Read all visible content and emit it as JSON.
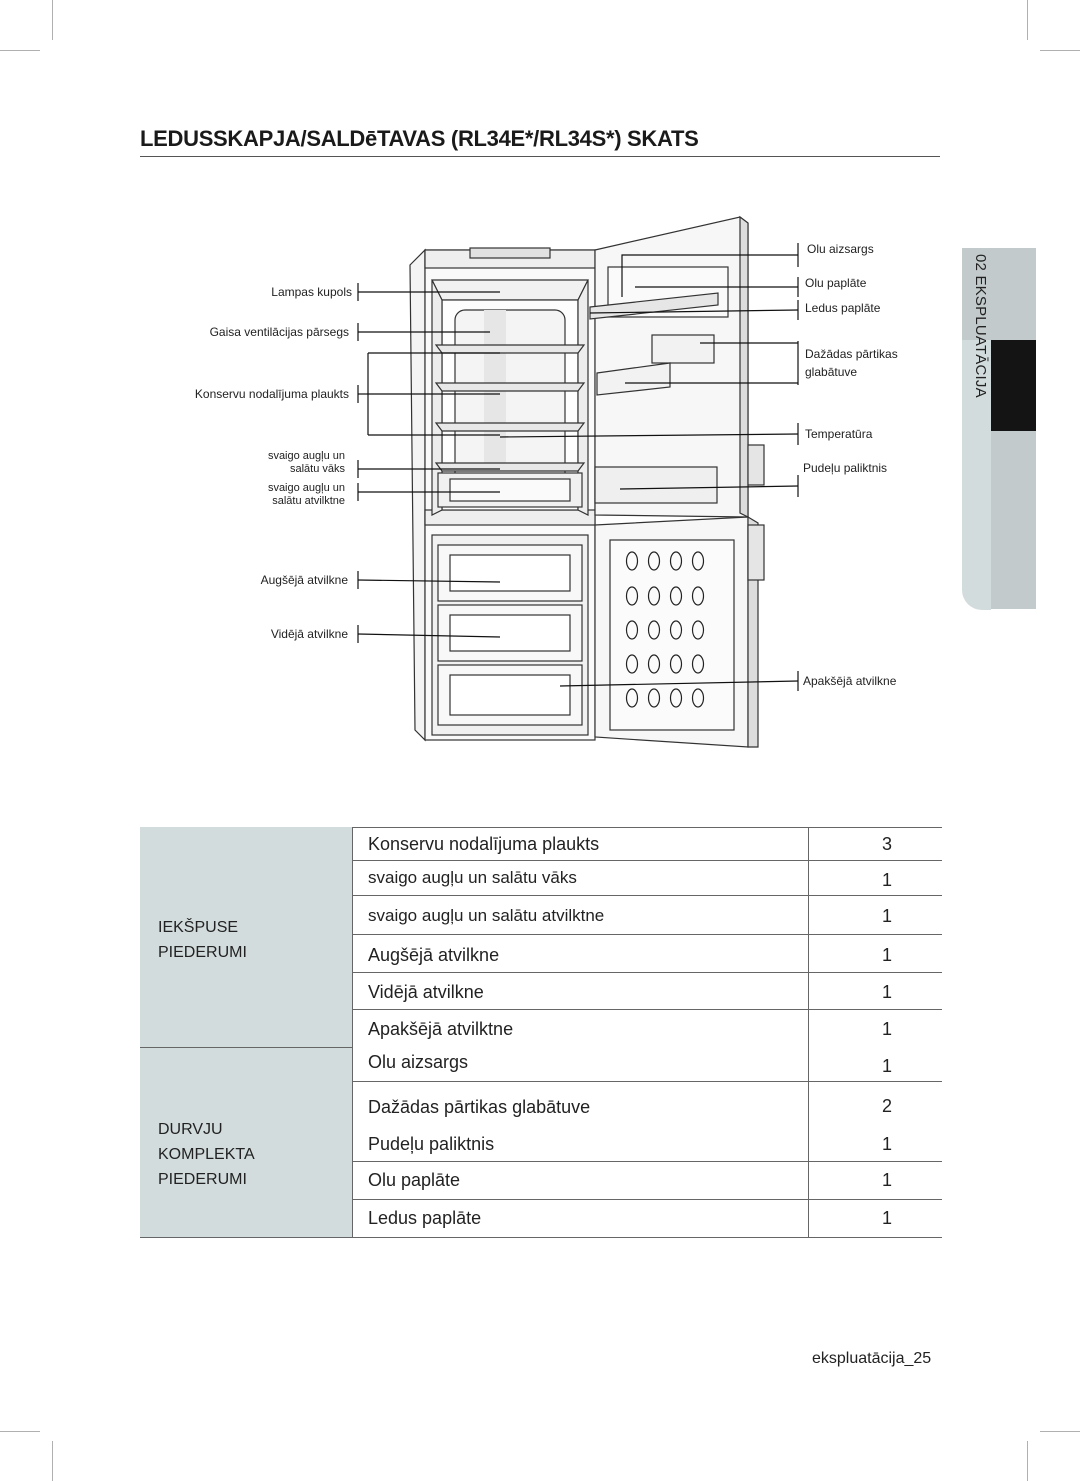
{
  "title": "LEDUSSKAPJA/SALDēTAVAS (RL34E*/RL34S*) SKATS",
  "side_tab": "02 EKSPLUATĀCIJA",
  "diagram_labels": {
    "left": {
      "lampas_kupols": "Lampas kupols",
      "gaisa": "Gaisa ventilācijas  pārsegs",
      "konservu": "Konservu nodalījuma plaukts",
      "vaks_1": "svaigo augļu un",
      "vaks_2": "salātu vāks",
      "atvilktne_1": "svaigo augļu un",
      "atvilktne_2": "salātu atvilktne",
      "augseja": "Augšējā atvilkne",
      "videja": "Vidējā atvilkne"
    },
    "right": {
      "olu_aizsargs": "Olu aizsargs",
      "olu_paplate": "Olu paplāte",
      "ledus_paplate": "Ledus paplāte",
      "dazadas_1": "Dažādas pārtikas",
      "dazadas_2": "glabātuve",
      "temperatura": "Temperatūra",
      "pudelu": "Pudeļu paliktnis",
      "apakseja": "Apakšējā atvilkne"
    }
  },
  "table": {
    "groups": [
      {
        "lines": [
          "IEKŠPUSE",
          "PIEDERUMI"
        ]
      },
      {
        "lines": [
          "DURVJU",
          "KOMPLEKTA",
          "PIEDERUMI"
        ]
      }
    ],
    "rows": [
      {
        "name": "Konservu nodalījuma plaukts",
        "qty": "3"
      },
      {
        "name": "svaigo augļu un  salātu vāks",
        "qty": "1"
      },
      {
        "name": "svaigo augļu un  salātu atvilktne",
        "qty": "1"
      },
      {
        "name": "Augšējā atvilkne",
        "qty": "1"
      },
      {
        "name": "Vidējā atvilkne",
        "qty": "1"
      },
      {
        "name": "Apakšējā atvilktne",
        "qty": "1"
      },
      {
        "name": "Olu aizsargs",
        "qty": "1"
      },
      {
        "name": "Dažādas pārtikas glabātuve",
        "qty": "2"
      },
      {
        "name": "Pudeļu paliktnis",
        "qty": "1"
      },
      {
        "name": "Olu paplāte",
        "qty": "1"
      },
      {
        "name": "Ledus paplāte",
        "qty": "1"
      }
    ]
  },
  "footer": "ekspluatācija_25"
}
